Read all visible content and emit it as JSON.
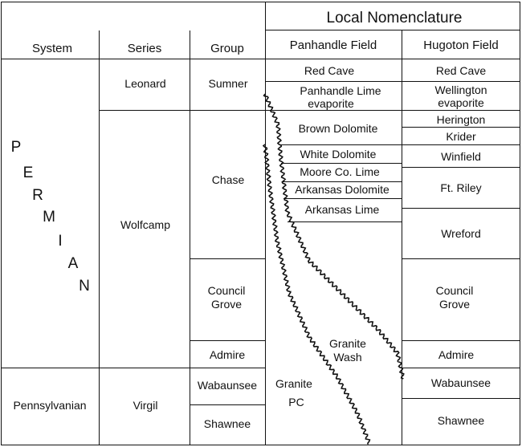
{
  "title": "Local Nomenclature",
  "headers": {
    "system": "System",
    "series": "Series",
    "group": "Group",
    "panhandle": "Panhandle Field",
    "hugoton": "Hugoton Field"
  },
  "systems": {
    "permian_letters": [
      "P",
      "E",
      "R",
      "M",
      "I",
      "A",
      "N"
    ],
    "pennsylvanian": "Pennsylvanian"
  },
  "series": {
    "leonard": "Leonard",
    "wolfcamp": "Wolfcamp",
    "virgil": "Virgil"
  },
  "groups": {
    "sumner": "Sumner",
    "chase": "Chase",
    "council_grove": [
      "Council",
      "Grove"
    ],
    "admire": "Admire",
    "wabaunsee": "Wabaunsee",
    "shawnee": "Shawnee"
  },
  "panhandle": {
    "red_cave": "Red Cave",
    "panhandle_lime": [
      "Panhandle Lime",
      "evaporite"
    ],
    "brown_dolomite": "Brown Dolomite",
    "white_dolomite": "White Dolomite",
    "moore_co_lime": "Moore Co. Lime",
    "arkansas_dolomite": "Arkansas Dolomite",
    "arkansas_lime": "Arkansas Lime",
    "granite_wash": [
      "Granite",
      "Wash"
    ],
    "granite_pc": [
      "Granite",
      "PC"
    ]
  },
  "hugoton": {
    "red_cave": "Red Cave",
    "wellington": [
      "Wellington",
      "evaporite"
    ],
    "herington": "Herington",
    "krider": "Krider",
    "winfield": "Winfield",
    "ft_riley": "Ft. Riley",
    "wreford": "Wreford",
    "council_grove": [
      "Council",
      "Grove"
    ],
    "admire": "Admire",
    "wabaunsee": "Wabaunsee",
    "shawnee": "Shawnee"
  }
}
